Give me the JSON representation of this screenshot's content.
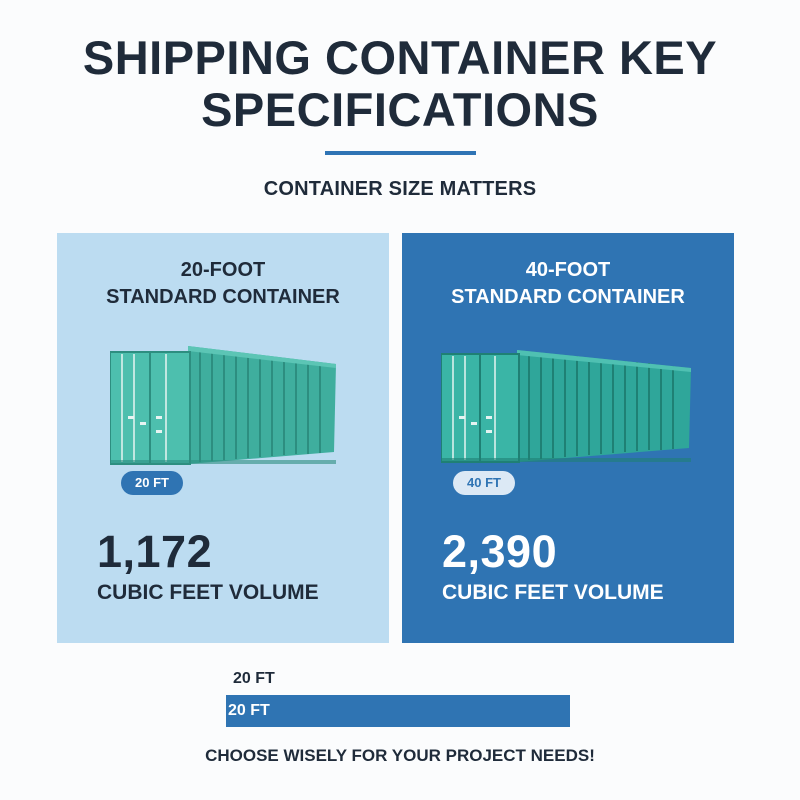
{
  "header": {
    "title_line1": "SHIPPING CONTAINER KEY",
    "title_line2": "SPECIFICATIONS",
    "subtitle": "CONTAINER SIZE MATTERS"
  },
  "cards": [
    {
      "heading_line1": "20-FOOT",
      "heading_line2": "STANDARD CONTAINER",
      "badge": "20 FT",
      "volume": "1,172",
      "volume_label": "CUBIC FEET VOLUME",
      "image": "green-shipping-container",
      "background": "#bcdcf1"
    },
    {
      "heading_line1": "40-FOOT",
      "heading_line2": "STANDARD CONTAINER",
      "badge": "40 FT",
      "volume": "2,390",
      "volume_label": "CUBIC FEET VOLUME",
      "image": "green-shipping-container",
      "background": "#2f74b3"
    }
  ],
  "comparison": {
    "label": "20 FT",
    "bar_label": "20 FT"
  },
  "footer": {
    "tagline": "CHOOSE WISELY FOR YOUR PROJECT NEEDS!"
  },
  "colors": {
    "accent_blue": "#2f74b3",
    "light_blue": "#bcdcf1",
    "container_green": "#3fb3a2",
    "text_dark": "#1f2b3a"
  }
}
